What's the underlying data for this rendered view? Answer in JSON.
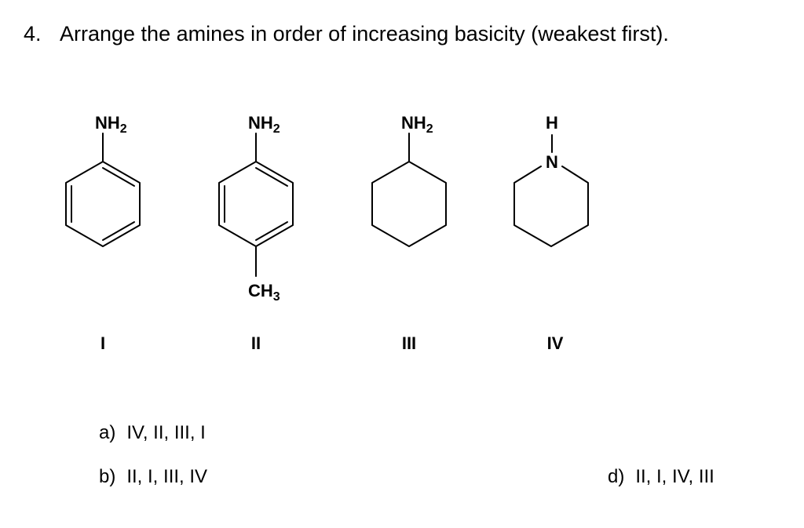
{
  "question": {
    "number": "4.",
    "text": "Arrange the amines in order of increasing basicity (weakest first)."
  },
  "structures": [
    {
      "top_label": "NH",
      "top_sub": "2",
      "bottom_label": "",
      "bottom_sub": "",
      "numeral": "I"
    },
    {
      "top_label": "NH",
      "top_sub": "2",
      "bottom_label": "CH",
      "bottom_sub": "3",
      "numeral": "II"
    },
    {
      "top_label": "NH",
      "top_sub": "2",
      "bottom_label": "",
      "bottom_sub": "",
      "numeral": "III"
    },
    {
      "top_label": "H",
      "top_sub": "",
      "ring_atom": "N",
      "bottom_label": "",
      "bottom_sub": "",
      "numeral": "IV"
    }
  ],
  "options": [
    {
      "letter": "a)",
      "answer": "IV, II, III, I"
    },
    {
      "letter": "b)",
      "answer": "II, I, III, IV"
    },
    {
      "letter": "d)",
      "answer": "II, I, IV, III"
    }
  ]
}
